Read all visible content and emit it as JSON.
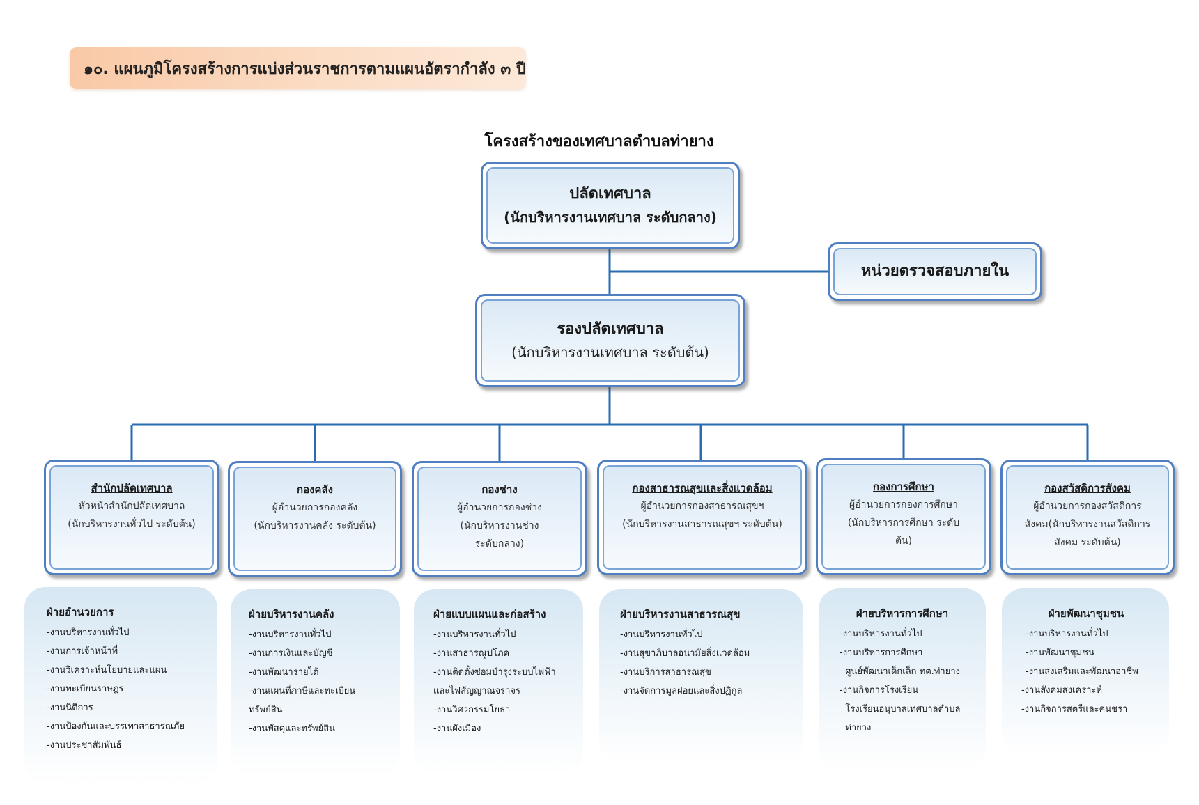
{
  "page_heading": "๑๐. แผนภูมิโครงสร้างการแบ่งส่วนราชการตามแผนอัตรากำลัง ๓ ปี",
  "chart_title": "โครงสร้างของเทศบาลตำบลท่ายาง",
  "colors": {
    "line": "#2a6cb0",
    "box_border": "#4f7fc0",
    "heading_bg": "#f9c9a6"
  },
  "top": {
    "title": "ปลัดเทศบาล",
    "subtitle": "(นักบริหารงานเทศบาล ระดับกลาง)"
  },
  "audit": {
    "title": "หน่วยตรวจสอบภายใน"
  },
  "deputy": {
    "title": "รองปลัดเทศบาล",
    "subtitle": "(นักบริหารงานเทศบาล ระดับต้น)"
  },
  "departments": [
    {
      "name": "สำนักปลัดเทศบาล",
      "desc": [
        "หัวหน้าสำนักปลัดเทศบาล",
        "(นักบริหารงานทั่วไป ระดับต้น)"
      ]
    },
    {
      "name": "กองคลัง",
      "desc": [
        "ผู้อำนวยการกองคลัง",
        "(นักบริหารงานคลัง ระดับต้น)"
      ]
    },
    {
      "name": "กองช่าง",
      "desc": [
        "ผู้อำนวยการกองช่าง",
        "(นักบริหารงานช่าง",
        "ระดับกลาง)"
      ]
    },
    {
      "name": "กองสาธารณสุขและสิ่งแวดล้อม",
      "desc": [
        "ผู้อำนวยการกองสาธารณสุขฯ",
        "(นักบริหารงานสาธารณสุขฯ ระดับต้น)"
      ]
    },
    {
      "name": "กองการศึกษา",
      "desc": [
        "ผู้อำนวยการกองการศึกษา",
        "(นักบริหารการศึกษา ระดับ",
        "ต้น)"
      ]
    },
    {
      "name": "กองสวัสดิการสังคม",
      "desc": [
        "ผู้อำนวยการกองสวัสดิการ",
        "สังคม(นักบริหารงานสวัสดิการ",
        "สังคม ระดับต้น)"
      ]
    }
  ],
  "sections": [
    {
      "title": "ฝ่ายอำนวยการ",
      "tasks": [
        "-งานบริหารงานทั่วไป",
        "-งานการเจ้าหน้าที่",
        "-งานวิเคราะห์นโยบายและแผน",
        "-งานทะเบียนราษฎร",
        "-งานนิติการ",
        "-งานป้องกันและบรรเทาสาธารณภัย",
        "-งานประชาสัมพันธ์"
      ]
    },
    {
      "title": "ฝ่ายบริหารงานคลัง",
      "tasks": [
        "-งานบริหารงานทั่วไป",
        "-งานการเงินและบัญชี",
        "-งานพัฒนารายได้",
        "-งานแผนที่ภาษีและทะเบียน",
        " ทรัพย์สิน",
        "-งานพัสดุและทรัพย์สิน"
      ]
    },
    {
      "title": "ฝ่ายแบบแผนและก่อสร้าง",
      "tasks": [
        "-งานบริหารงานทั่วไป",
        "-งานสาธารณูปโภค",
        "-งานติดตั้งซ่อมบำรุงระบบไฟฟ้า",
        "และไฟสัญญาณจราจร",
        "-งานวิศวกรรมโยธา",
        "-งานผังเมือง"
      ]
    },
    {
      "title": "ฝ่ายบริหารงานสาธารณสุข",
      "tasks": [
        "-งานบริหารงานทั่วไป",
        "-งานสุขาภิบาลอนามัยสิ่งแวดล้อม",
        "-งานบริการสาธารณสุข",
        "-งานจัดการมูลฝอยและสิ่งปฏิกูล"
      ]
    },
    {
      "title": "ฝ่ายบริหารการศึกษา",
      "tasks": [
        "-งานบริหารงานทั่วไป",
        "-งานบริหารการศึกษา",
        "  ศูนย์พัฒนาเด็กเล็ก ทต.ท่ายาง",
        "-งานกิจการโรงเรียน",
        "  โรงเรียนอนุบาลเทศบาลตำบล",
        "  ท่ายาง"
      ]
    },
    {
      "title": "ฝ่ายพัฒนาชุมชน",
      "tasks": [
        "-งานบริหารงานทั่วไป",
        "-งานพัฒนาชุมชน",
        "-งานส่งเสริมและพัฒนาอาชีพ",
        "-งานสังคมสงเคราะห์",
        "-งานกิจการสตรีและคนชรา"
      ]
    }
  ]
}
